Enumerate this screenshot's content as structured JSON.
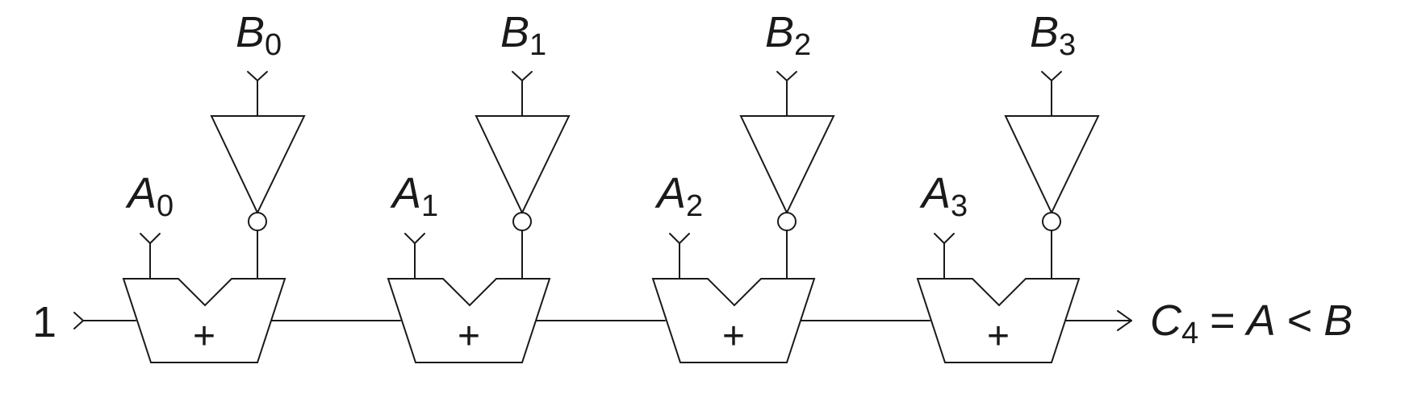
{
  "diagram": {
    "carry_in": "1",
    "plus_symbol": "+",
    "stages": [
      {
        "a_label": "A",
        "a_sub": "0",
        "b_label": "B",
        "b_sub": "0"
      },
      {
        "a_label": "A",
        "a_sub": "1",
        "b_label": "B",
        "b_sub": "1"
      },
      {
        "a_label": "A",
        "a_sub": "2",
        "b_label": "B",
        "b_sub": "2"
      },
      {
        "a_label": "A",
        "a_sub": "3",
        "b_label": "B",
        "b_sub": "3"
      }
    ],
    "output": {
      "c_label": "C",
      "c_sub": "4",
      "equals": "=",
      "a": "A",
      "less_than": "<",
      "b": "B"
    }
  }
}
